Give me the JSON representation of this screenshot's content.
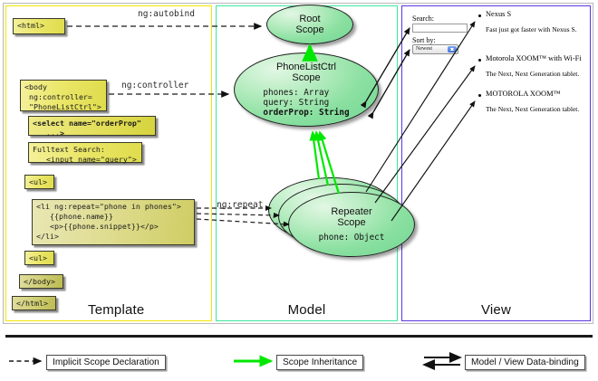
{
  "panels": {
    "template": {
      "title": "Template",
      "border_color": "#f2e600"
    },
    "model": {
      "title": "Model",
      "border_color": "#3ce8a0"
    },
    "view": {
      "title": "View",
      "border_color": "#5b36e0"
    }
  },
  "template_code": [
    {
      "name": "html-open-tag",
      "text": "<html>"
    },
    {
      "name": "body-open-tag",
      "text": "<body\n ng:controller=\n \"PhoneListCtrl\">"
    },
    {
      "name": "select-tag",
      "text": "<select name=\"orderProp\"\n   ...>"
    },
    {
      "name": "fulltext-search",
      "text": "Fulltext Search:\n   <input name=\"query\">"
    },
    {
      "name": "ul-open-tag",
      "text": "<ul>"
    },
    {
      "name": "li-repeat-tag",
      "text": "<li ng:repeat=\"phone in phones\">\n   {{phone.name}}\n   <p>{{phone.snippet}}</p>\n</li>"
    },
    {
      "name": "ul-close-tag",
      "text": "<ul>"
    },
    {
      "name": "body-close-tag",
      "text": "</body>"
    },
    {
      "name": "html-close-tag",
      "text": "</html>"
    }
  ],
  "scopes": {
    "root": {
      "title_line1": "Root",
      "title_line2": "Scope"
    },
    "phonelistctrl": {
      "title_line1": "PhoneListCtrl",
      "title_line2": "Scope",
      "properties": [
        {
          "text": "phones: Array",
          "bold": false
        },
        {
          "text": "query: String",
          "bold": false
        },
        {
          "text": "orderProp: String",
          "bold": true
        }
      ]
    },
    "repeater": {
      "title_line1": "Repeater",
      "title_line2": "Scope",
      "properties": [
        {
          "text": "phone: Object",
          "bold": false
        }
      ]
    }
  },
  "edge_labels": {
    "autobind": "ng:autobind",
    "controller": "ng:controller",
    "repeat": "ng:repeat"
  },
  "view": {
    "search_label": "Search:",
    "search_value": "",
    "sort_label": "Sort by:",
    "sort_selected": "Newest",
    "sort_options": [
      "Newest"
    ],
    "phones": [
      {
        "name": "Nexus S",
        "snippet": "Fast just got faster with Nexus S."
      },
      {
        "name": "Motorola XOOM™ with Wi-Fi",
        "snippet": "The Next, Next Generation tablet."
      },
      {
        "name": "MOTOROLA XOOM™",
        "snippet": "The Next, Next Generation tablet."
      }
    ]
  },
  "legend": [
    {
      "name": "implicit-scope-declaration",
      "label": "Implicit Scope Declaration",
      "arrow": "dashed-black"
    },
    {
      "name": "scope-inheritance",
      "label": "Scope Inheritance",
      "arrow": "solid-green"
    },
    {
      "name": "model-view-data-binding",
      "label": "Model / View Data-binding",
      "arrow": "double-black"
    }
  ],
  "colors": {
    "inheritance_green": "#00e800",
    "scope_fill": "#8ae0a0",
    "code_yellow": "#ebe76a"
  }
}
